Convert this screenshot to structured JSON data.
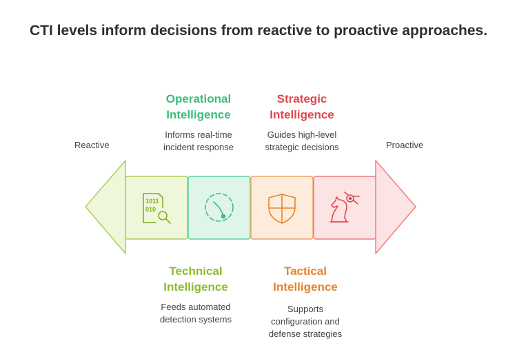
{
  "title": "CTI levels inform decisions from reactive to proactive approaches.",
  "ends": {
    "left": "Reactive",
    "right": "Proactive"
  },
  "levels": [
    {
      "id": "technical",
      "heading_line1": "Technical",
      "heading_line2": "Intelligence",
      "desc_line1": "Feeds automated",
      "desc_line2": "detection systems",
      "desc_line3": "",
      "color": "#8dbb2f",
      "fill": "#eef7d9",
      "stroke": "#a8cf55",
      "icon": "data-search-icon"
    },
    {
      "id": "operational",
      "heading_line1": "Operational",
      "heading_line2": "Intelligence",
      "desc_line1": "Informs real-time",
      "desc_line2": "incident response",
      "desc_line3": "",
      "color": "#3dbd7a",
      "fill": "#dff5ea",
      "stroke": "#5cd49a",
      "icon": "clock-dashed-icon"
    },
    {
      "id": "tactical",
      "heading_line1": "Tactical",
      "heading_line2": "Intelligence",
      "desc_line1": "Supports",
      "desc_line2": "configuration and",
      "desc_line3": "defense strategies",
      "color": "#e5832a",
      "fill": "#fdecdb",
      "stroke": "#f0a462",
      "icon": "shield-icon"
    },
    {
      "id": "strategic",
      "heading_line1": "Strategic",
      "heading_line2": "Intelligence",
      "desc_line1": "Guides high-level",
      "desc_line2": "strategic decisions",
      "desc_line3": "",
      "color": "#e0474d",
      "fill": "#fde4e4",
      "stroke": "#ee7d80",
      "icon": "chess-knight-icon"
    }
  ]
}
